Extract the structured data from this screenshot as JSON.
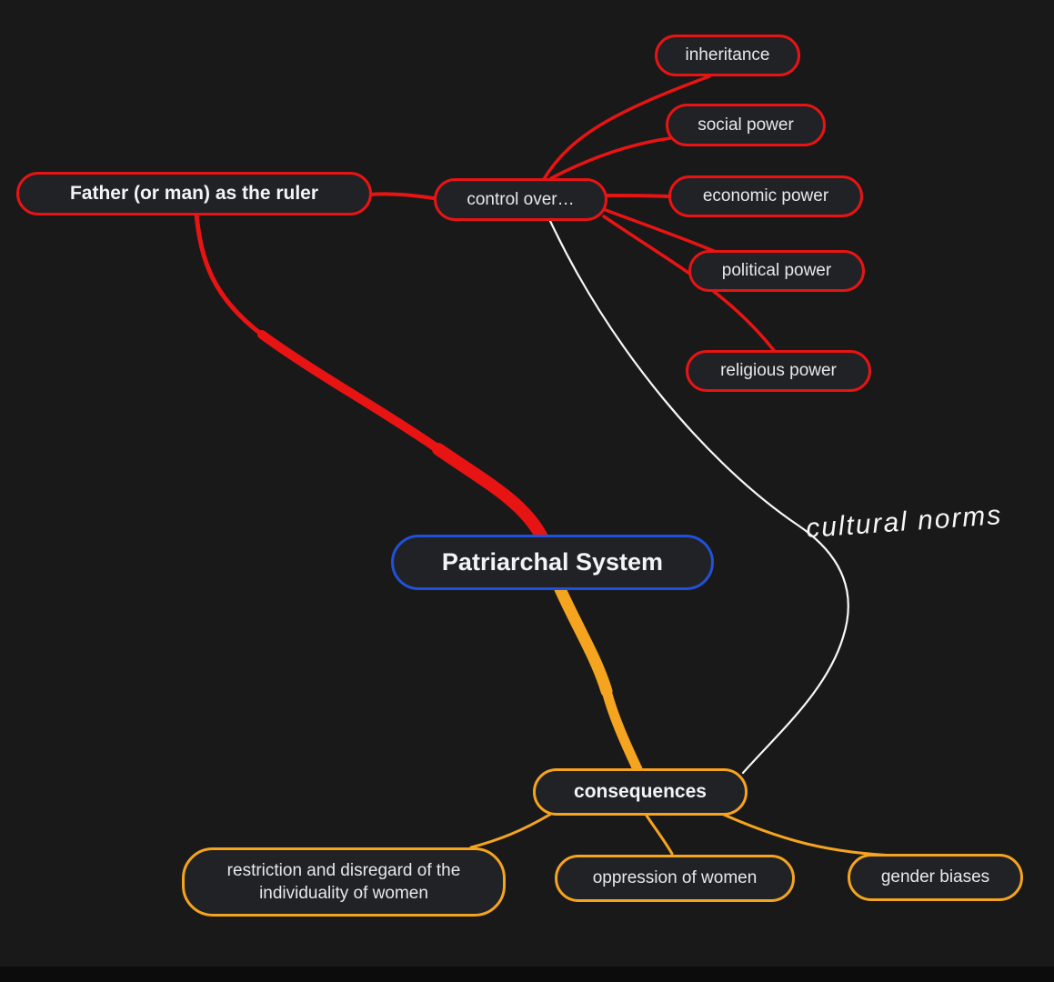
{
  "colors": {
    "background": "#191919",
    "node_fill": "#212226",
    "red_branch": "#e81414",
    "orange_branch": "#f5a41f",
    "blue_root": "#2151d8",
    "text": "#e8e8ea",
    "annotation_white": "#f7f7f7"
  },
  "nodes": {
    "father": {
      "label": "Father (or man) as the ruler",
      "border_color": "#e81414",
      "emphasis": "bold"
    },
    "control": {
      "label": "control over…",
      "border_color": "#e81414",
      "emphasis": "regular"
    },
    "inheritance": {
      "label": "inheritance",
      "border_color": "#e81414",
      "emphasis": "regular"
    },
    "social_power": {
      "label": "social power",
      "border_color": "#e81414",
      "emphasis": "regular"
    },
    "economic_power": {
      "label": "economic power",
      "border_color": "#e81414",
      "emphasis": "regular"
    },
    "political_power": {
      "label": "political power",
      "border_color": "#e81414",
      "emphasis": "regular"
    },
    "religious_power": {
      "label": "religious power",
      "border_color": "#e81414",
      "emphasis": "regular"
    },
    "patriarchal_system": {
      "label": "Patriarchal System",
      "border_color": "#2151d8",
      "emphasis": "bold"
    },
    "consequences": {
      "label": "consequences",
      "border_color": "#f5a41f",
      "emphasis": "bold"
    },
    "restriction": {
      "label": "restriction and disregard of the individuality of women",
      "border_color": "#f5a41f",
      "emphasis": "regular"
    },
    "oppression": {
      "label": "oppression of women",
      "border_color": "#f5a41f",
      "emphasis": "regular"
    },
    "gender_biases": {
      "label": "gender biases",
      "border_color": "#f5a41f",
      "emphasis": "regular"
    }
  },
  "annotation": {
    "text": "cultural norms",
    "color": "#f7f7f7",
    "style": "handwritten"
  },
  "edges": [
    {
      "from": "father",
      "to": "control",
      "color": "#e81414",
      "style": "thin"
    },
    {
      "from": "control",
      "to": "inheritance",
      "color": "#e81414",
      "style": "thin"
    },
    {
      "from": "control",
      "to": "social_power",
      "color": "#e81414",
      "style": "thin"
    },
    {
      "from": "control",
      "to": "economic_power",
      "color": "#e81414",
      "style": "thin"
    },
    {
      "from": "control",
      "to": "political_power",
      "color": "#e81414",
      "style": "thin"
    },
    {
      "from": "control",
      "to": "religious_power",
      "color": "#e81414",
      "style": "thin"
    },
    {
      "from": "father",
      "to": "patriarchal_system",
      "color": "#e81414",
      "style": "thick-tapered"
    },
    {
      "from": "patriarchal_system",
      "to": "consequences",
      "color": "#f5a41f",
      "style": "thick-tapered"
    },
    {
      "from": "consequences",
      "to": "restriction",
      "color": "#f5a41f",
      "style": "thin"
    },
    {
      "from": "consequences",
      "to": "oppression",
      "color": "#f5a41f",
      "style": "thin"
    },
    {
      "from": "consequences",
      "to": "gender_biases",
      "color": "#f5a41f",
      "style": "thin"
    },
    {
      "from": "control",
      "to": "consequences",
      "color": "#f7f7f7",
      "style": "hand-drawn",
      "label": "cultural norms"
    }
  ]
}
